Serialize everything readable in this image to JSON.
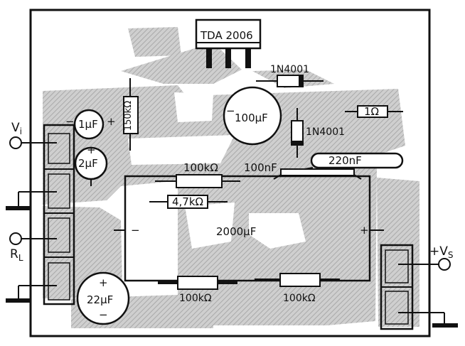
{
  "ic": {
    "label": "TDA 2006"
  },
  "components": {
    "diode_top": "1N4001",
    "diode_mid": "1N4001",
    "cap_100u": "100µF",
    "res_1ohm": "1Ω",
    "res_150k": "150kΩ",
    "cap_1u": "1µF",
    "cap_2u": "2µF",
    "res_100k_top": "100kΩ",
    "cap_100n": "100nF",
    "cap_220n": "220nF",
    "res_4k7": "4,7kΩ",
    "cap_2000u": "2000µF",
    "cap_22u": "22µF",
    "res_100k_bl": "100kΩ",
    "res_100k_br": "100kΩ"
  },
  "terminals": {
    "vi": {
      "main": "V",
      "sub": "i"
    },
    "rl": {
      "main": "R",
      "sub": "L"
    },
    "vs": {
      "main": "+V",
      "sub": "S"
    }
  },
  "polarity": {
    "plus": "+",
    "minus": "−"
  }
}
